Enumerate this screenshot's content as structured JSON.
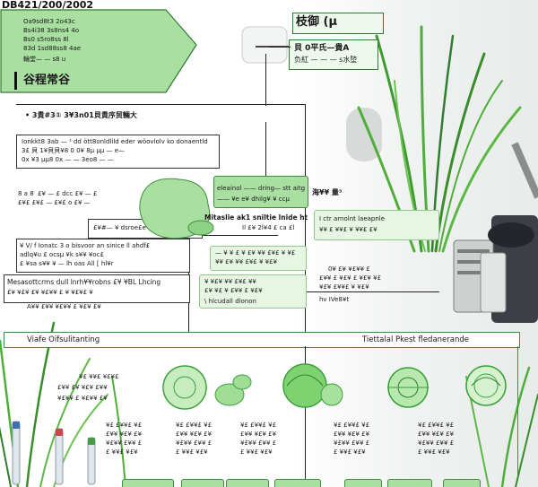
{
  "header": {
    "code": "DB421/200/2002",
    "info_lines": [
      "Oa9sd8t3 2o43c",
      "Bs4i38 3s8ns4 4o",
      "Bs0 s5ro8ss 8l",
      "83d 1sd88ss8 4ae",
      "輪堂— — s8 u"
    ],
    "badge": "谷程常谷"
  },
  "top_right": {
    "title": "枝御 (µ",
    "line1": "貝 0平氏—貴A",
    "line2": "负紅 — — — s水埅"
  },
  "flow": {
    "top_line": "• 3貴#3① 3¥3n01貝貴序贸輛大",
    "box_a": [
      "Ionkkt8 3ab — ¹ dd ött8onldlild eder wöovlolv ko donaentld",
      "3£ 貝 1¥貝貝¥8 0 0¥ 8µ µµ — e—",
      "0x  ¥3 µµ8 0x — — 3eo8 — —"
    ],
    "left_small": [
      "8 a 8  £¥ — £ dcc £¥ — £",
      "£¥£ £¥£ — £¥£ o £¥ —"
    ],
    "box_b": [
      "£¥#— ¥ dsroe£e oooyioqngµ"
    ],
    "mid_green": [
      "eleainol —— dring— stt aitg",
      "—— ¥e e¥ dhilg¥ ¥ ccµ"
    ],
    "mid_label": "海¥¥ 量³",
    "center_text": [
      "Mitaslie ak1 sniltie lnide ht |/",
      "Il £¥ 2l¥4 £ ca £l"
    ],
    "right_text": [
      "I ctr arnolnt laeapnle",
      "¥¥ £ ¥¥£ ¥ ¥¥£ £¥"
    ],
    "box_c": [
      "¥ V/ f Ionatc 3 o bisvoor an sinice ll ahdf£",
      "adlq¥u £ ocsµ ¥k s¥¥ ¥oc£",
      "£ ¥sa  s¥¥ ¥ — lh oas All [ hl¥r"
    ],
    "box_d": [
      "— ¥ ¥ £ ¥ £¥ ¥¥ £¥£ ¥ ¥£",
      "¥¥ £¥ ¥¥ £¥£ ¥ ¥£¥"
    ],
    "right_block": [
      "0¥ £¥ ¥£¥¥ £",
      "£¥¥ £ ¥£¥ £ ¥£¥ ¥£",
      "¥£¥ £¥¥£ ¥ ¥£¥",
      "hv IVe8¥t"
    ],
    "box_e": [
      "Mesasottcrms dull lnrh¥¥robns £¥ ¥BL Lhcing",
      "£¥ ¥£¥ £¥ ¥£¥¥ £ ¥ ¥£¥£ ¥"
    ],
    "box_f": [
      "¥ ¥£¥ ¥¥ £¥£ ¥¥",
      "£¥ ¥£ ¥ £¥¥ £ ¥£¥",
      "\\ hlcudall dlonon"
    ],
    "foot_small": "A¥¥ £¥¥ ¥£¥¥ £  ¥£¥ £¥"
  },
  "bottom": {
    "left_title": "Viafe Oifsulitanting",
    "right_title": "Tiettalal Pkest fledanerande",
    "left_label": [
      "¥£ ¥¥£ ¥£¥£",
      "£¥¥ £¥ ¥£¥ £¥¥",
      "¥£¥¥ £ ¥£¥¥ £¥"
    ],
    "captions": [
      [
        "¥£ £¥¥£ ¥£",
        "£¥¥ ¥£¥ £¥",
        "¥£¥¥ £¥¥ £",
        "£ ¥¥£ ¥£¥"
      ],
      [
        "¥£ £¥¥£ ¥£",
        "£¥¥ ¥£¥ £¥",
        "¥£¥¥ £¥¥ £",
        "£ ¥¥£ ¥£¥"
      ],
      [
        "¥£ £¥¥£ ¥£",
        "£¥¥ ¥£¥ £¥",
        "¥£¥¥ £¥¥ £",
        "£ ¥¥£ ¥£¥"
      ],
      [
        "¥£ £¥¥£ ¥£",
        "£¥¥ ¥£¥ £¥",
        "¥£¥¥ £¥¥ £",
        "£ ¥¥£ ¥£¥"
      ],
      [
        "¥£ £¥¥£ ¥£",
        "£¥¥ ¥£¥ £¥",
        "¥£¥¥ £¥¥ £",
        "£ ¥¥£ ¥£¥"
      ]
    ]
  },
  "colors": {
    "accent_green": "#a9dfa1",
    "dark_green": "#2f7d2f",
    "line": "#222222",
    "pale_green": "#e7f6e3"
  }
}
